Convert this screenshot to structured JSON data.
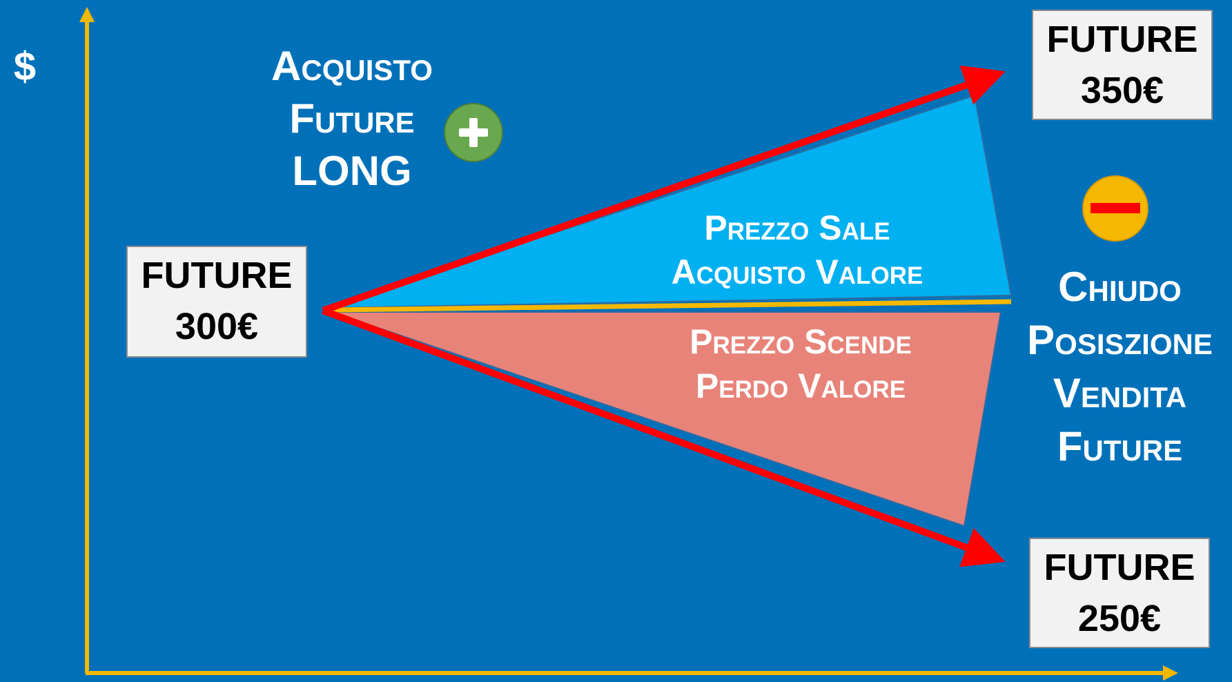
{
  "axis": {
    "y_symbol": "$"
  },
  "title": {
    "lines": [
      "Acquisto",
      "Future",
      "LONG"
    ]
  },
  "boxes": {
    "start": {
      "line1": "FUTURE",
      "line2": "300€"
    },
    "high": {
      "line1": "FUTURE",
      "line2": "350€"
    },
    "low": {
      "line1": "FUTURE",
      "line2": "250€"
    }
  },
  "up_region": {
    "line1": "Prezzo Sale",
    "line2": "Acquisto Valore"
  },
  "down_region": {
    "line1": "Prezzo Scende",
    "line2": "Perdo Valore"
  },
  "close_text": {
    "lines": [
      "Chiudo",
      "Posiszione",
      "Vendita",
      "Future"
    ]
  },
  "icons": {
    "plus": "plus-circle-icon",
    "minus": "minus-circle-icon"
  },
  "colors": {
    "background": "#0071b9",
    "axis": "#f5b800",
    "arrow": "#ff0000",
    "up_fill": "#00b0f0",
    "down_fill": "#e8837a",
    "plus_badge": "#6aa84f",
    "minus_badge": "#f5b800",
    "minus_bar": "#ff0000"
  }
}
